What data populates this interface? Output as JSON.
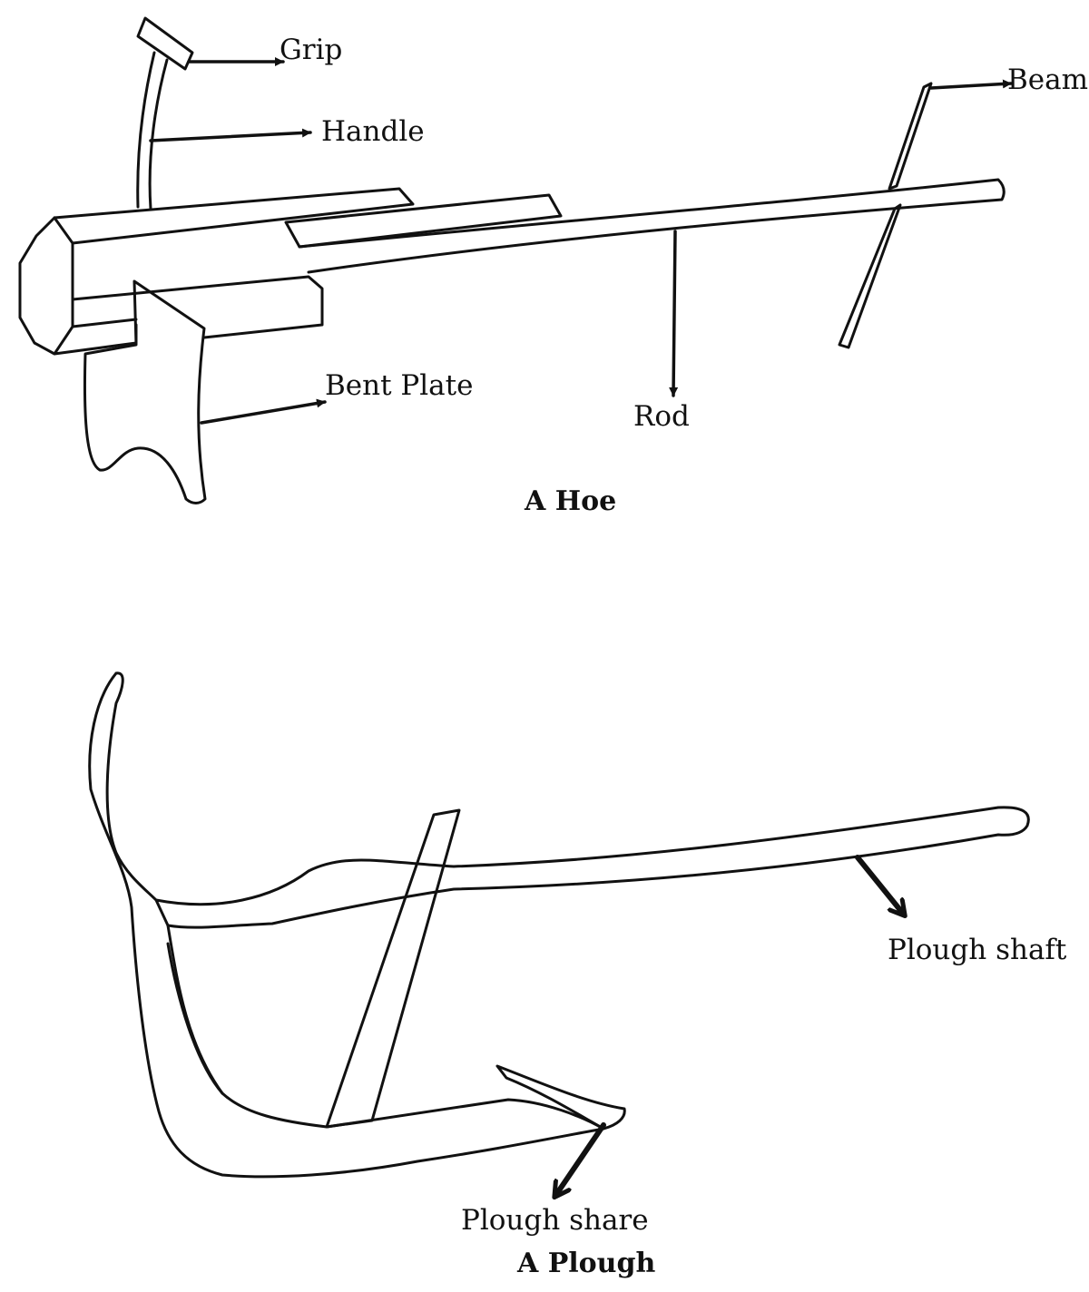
{
  "hoe": {
    "caption": "A Hoe",
    "labels": {
      "grip": "Grip",
      "handle": "Handle",
      "beam": "Beam",
      "bent_plate": "Bent Plate",
      "rod": "Rod"
    }
  },
  "plough": {
    "caption": "A Plough",
    "labels": {
      "plough_shaft": "Plough shaft",
      "plough_share": "Plough share"
    }
  }
}
